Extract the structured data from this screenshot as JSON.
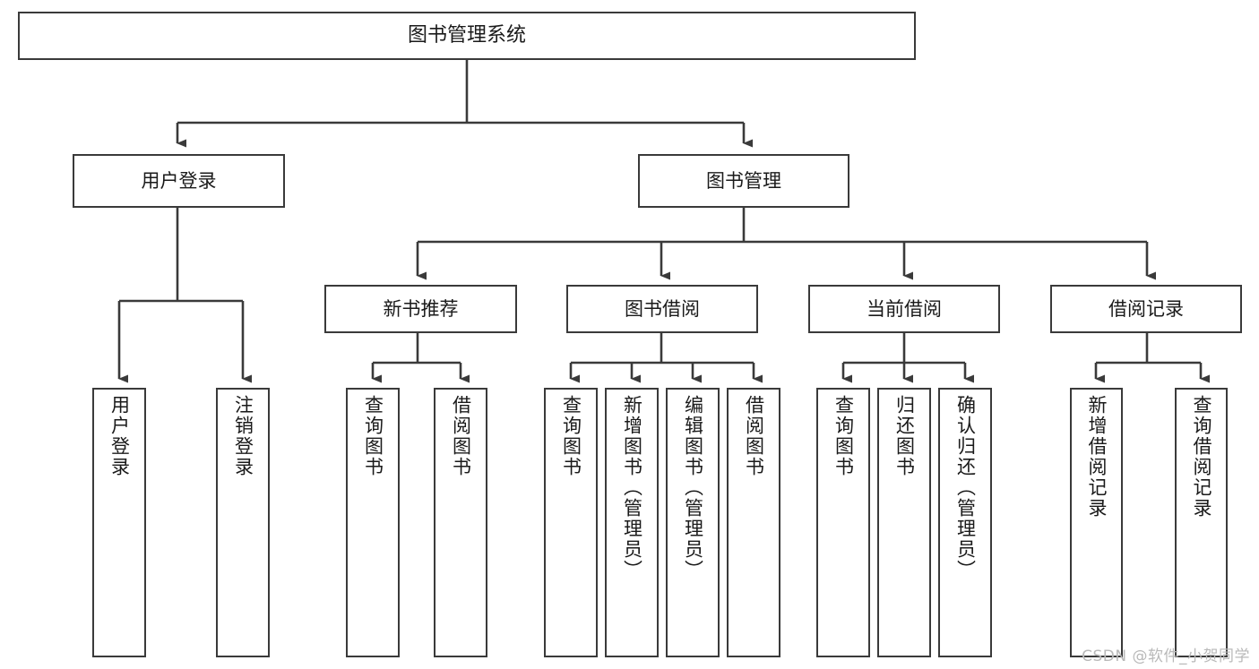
{
  "diagram": {
    "title": "图书管理系统",
    "type": "tree-hierarchy-chart",
    "orientation": "top-down",
    "colors": {
      "box_border": "#3a3a3a",
      "box_fill": "#ffffff",
      "connector": "#3a3a3a",
      "text": "#1a1a1a",
      "watermark": "#b9b9b9",
      "background": "#ffffff"
    }
  },
  "root": {
    "label": "图书管理系统"
  },
  "level1": [
    {
      "label": "用户登录"
    },
    {
      "label": "图书管理"
    }
  ],
  "level2": [
    {
      "label": "新书推荐"
    },
    {
      "label": "图书借阅"
    },
    {
      "label": "当前借阅"
    },
    {
      "label": "借阅记录"
    }
  ],
  "leaves": {
    "user_login": [
      {
        "label": "用户登录"
      },
      {
        "label": "注销登录"
      }
    ],
    "new_book_recommend": [
      {
        "label": "查询图书"
      },
      {
        "label": "借阅图书"
      }
    ],
    "book_borrow": [
      {
        "label": "查询图书"
      },
      {
        "label": "新增图书（管理员）"
      },
      {
        "label": "编辑图书（管理员）"
      },
      {
        "label": "借阅图书"
      }
    ],
    "current_borrow": [
      {
        "label": "查询图书"
      },
      {
        "label": "归还图书"
      },
      {
        "label": "确认归还（管理员）"
      }
    ],
    "borrow_record": [
      {
        "label": "新增借阅记录"
      },
      {
        "label": "查询借阅记录"
      }
    ]
  },
  "watermark": {
    "text": "CSDN @软件_小贺同学"
  }
}
